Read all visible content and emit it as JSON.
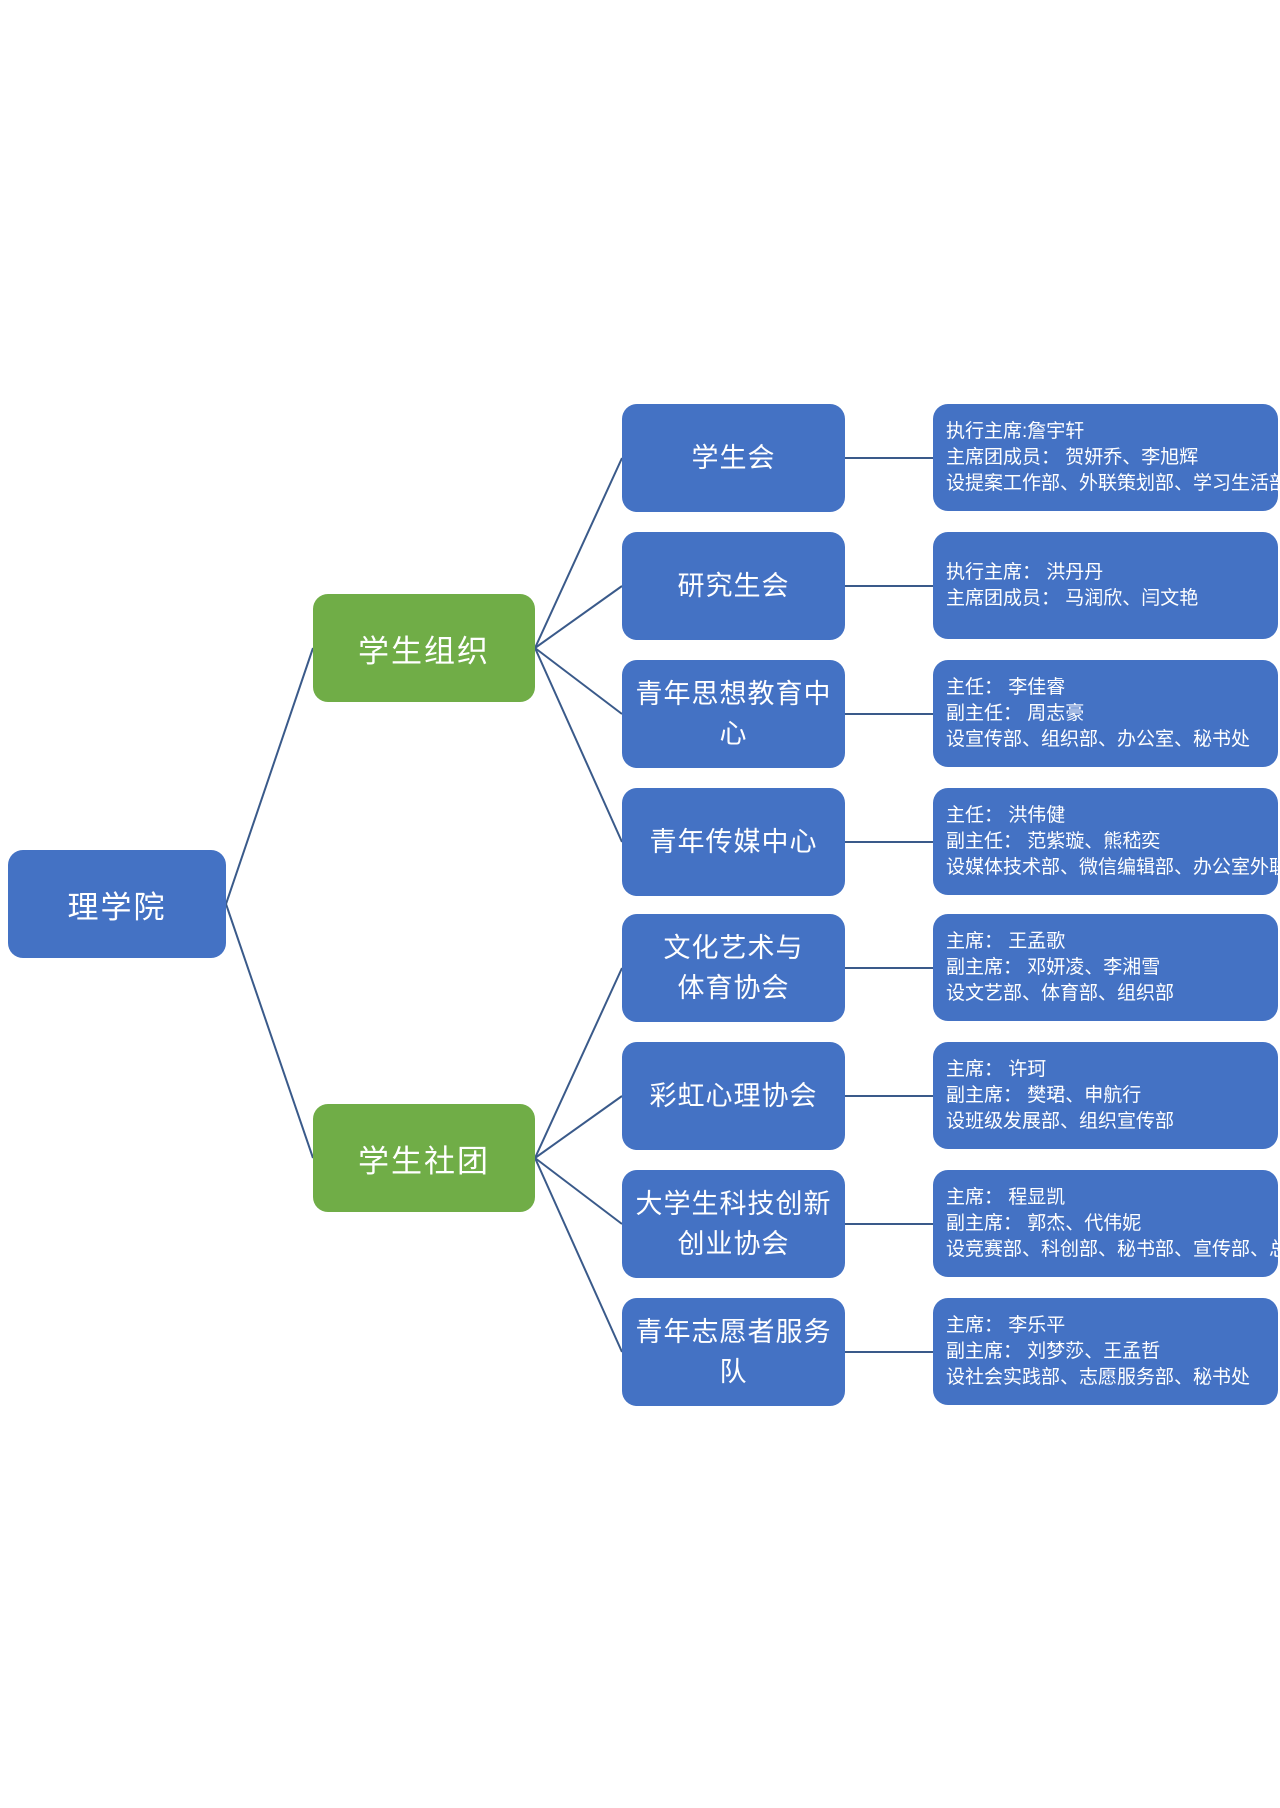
{
  "diagram": {
    "root": {
      "label": "理学院"
    },
    "branches": [
      {
        "label": "学生组织",
        "children": [
          {
            "name_lines": [
              "学生会"
            ],
            "detail_lines": [
              "执行主席:詹宇轩",
              "主席团成员： 贺妍乔、李旭辉",
              "设提案工作部、外联策划部、学习生活部"
            ]
          },
          {
            "name_lines": [
              "研究生会"
            ],
            "detail_lines": [
              "执行主席： 洪丹丹",
              "主席团成员： 马润欣、闫文艳"
            ]
          },
          {
            "name_lines": [
              "青年思想教育中心"
            ],
            "detail_lines": [
              "主任： 李佳睿",
              "副主任： 周志豪",
              "设宣传部、组织部、办公室、秘书处"
            ]
          },
          {
            "name_lines": [
              "青年传媒中心"
            ],
            "detail_lines": [
              "主任： 洪伟健",
              "副主任： 范紫璇、熊嵇奕",
              "设媒体技术部、微信编辑部、办公室外联部"
            ]
          }
        ]
      },
      {
        "label": "学生社团",
        "children": [
          {
            "name_lines": [
              "文化艺术与",
              "体育协会"
            ],
            "detail_lines": [
              "主席： 王孟歌",
              "副主席： 邓妍凌、李湘雪",
              "设文艺部、体育部、组织部"
            ]
          },
          {
            "name_lines": [
              "彩虹心理协会"
            ],
            "detail_lines": [
              "主席： 许珂",
              "副主席： 樊珺、申航行",
              "设班级发展部、组织宣传部"
            ]
          },
          {
            "name_lines": [
              "大学生科技创新",
              "创业协会"
            ],
            "detail_lines": [
              "主席： 程显凯",
              "副主席： 郭杰、代伟妮",
              "设竞赛部、科创部、秘书部、宣传部、总务部"
            ]
          },
          {
            "name_lines": [
              "青年志愿者服务队"
            ],
            "detail_lines": [
              "主席： 李乐平",
              "副主席： 刘梦莎、王孟哲",
              "设社会实践部、志愿服务部、秘书处"
            ]
          }
        ]
      }
    ],
    "colors": {
      "node_blue": "#4472C4",
      "node_green": "#70AD47",
      "connector": "#3A5A8A",
      "node_text": "#FFFFFF",
      "background": "#FFFFFF"
    }
  }
}
